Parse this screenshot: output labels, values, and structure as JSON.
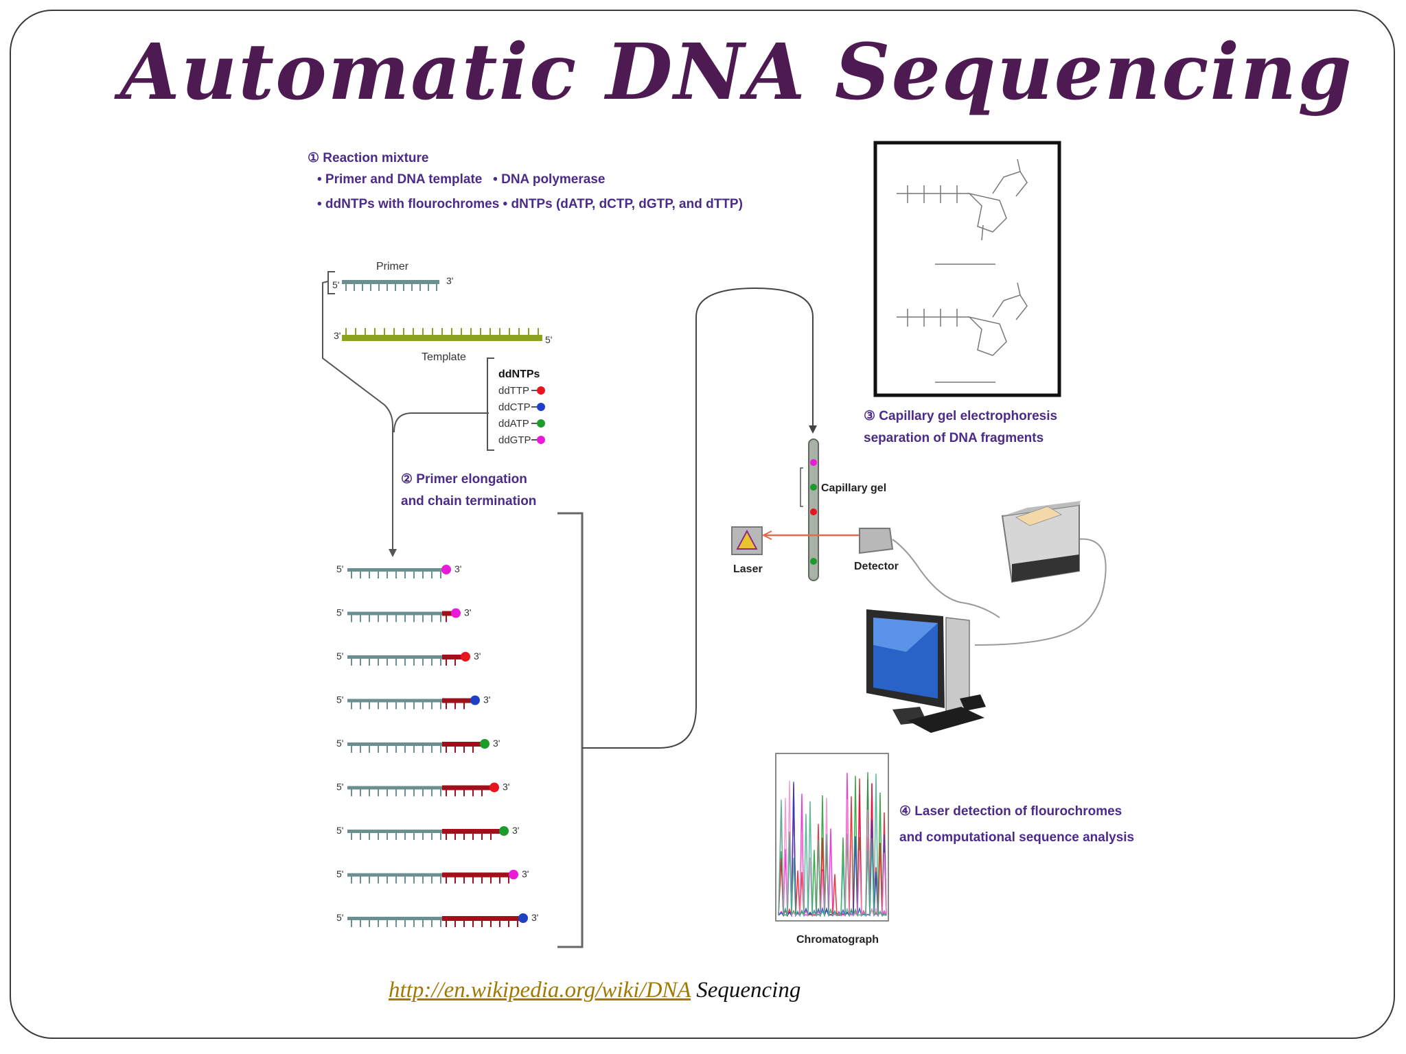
{
  "slide": {
    "title": "Automatic DNA Sequencing",
    "caption_link": "http://en.wikipedia.org/wiki/DNA",
    "caption_rest": " Sequencing"
  },
  "diagram": {
    "step1": {
      "heading": "① Reaction mixture",
      "line1": "• Primer and DNA template   • DNA polymerase",
      "line2": "• ddNTPs with flourochromes • dNTPs (dATP, dCTP, dGTP, and dTTP)"
    },
    "primer_label": "Primer",
    "template_label": "Template",
    "strand_5": "5'",
    "strand_3": "3'",
    "ddntps": {
      "heading": "ddNTPs",
      "items": [
        {
          "label": "ddTTP",
          "color": "#e8141e"
        },
        {
          "label": "ddCTP",
          "color": "#1f3fc4"
        },
        {
          "label": "ddATP",
          "color": "#1c9a2a"
        },
        {
          "label": "ddGTP",
          "color": "#e81ad8"
        }
      ]
    },
    "step2": {
      "line1": "② Primer elongation",
      "line2": "and chain termination"
    },
    "fragments": [
      {
        "extension": 0,
        "color": "#e81ad8"
      },
      {
        "extension": 1,
        "color": "#e81ad8"
      },
      {
        "extension": 2,
        "color": "#e8141e"
      },
      {
        "extension": 3,
        "color": "#1f3fc4"
      },
      {
        "extension": 4,
        "color": "#1c9a2a"
      },
      {
        "extension": 5,
        "color": "#e8141e"
      },
      {
        "extension": 6,
        "color": "#1c9a2a"
      },
      {
        "extension": 7,
        "color": "#e81ad8"
      },
      {
        "extension": 8,
        "color": "#1f3fc4"
      }
    ],
    "step3": {
      "line1": "③ Capillary gel electrophoresis",
      "line2": "separation of DNA fragments"
    },
    "capillary_label": "Capillary gel",
    "laser_label": "Laser",
    "detector_label": "Detector",
    "step4": {
      "line1": "④ Laser detection of flourochromes",
      "line2": "and computational sequence analysis"
    },
    "chromatograph_label": "Chromatograph",
    "colors": {
      "title": "#4e1a52",
      "label_purple": "#4a2a8a",
      "template": "#8aa21e",
      "strand": "#6b8f8f",
      "extension": "#a0101a"
    }
  }
}
